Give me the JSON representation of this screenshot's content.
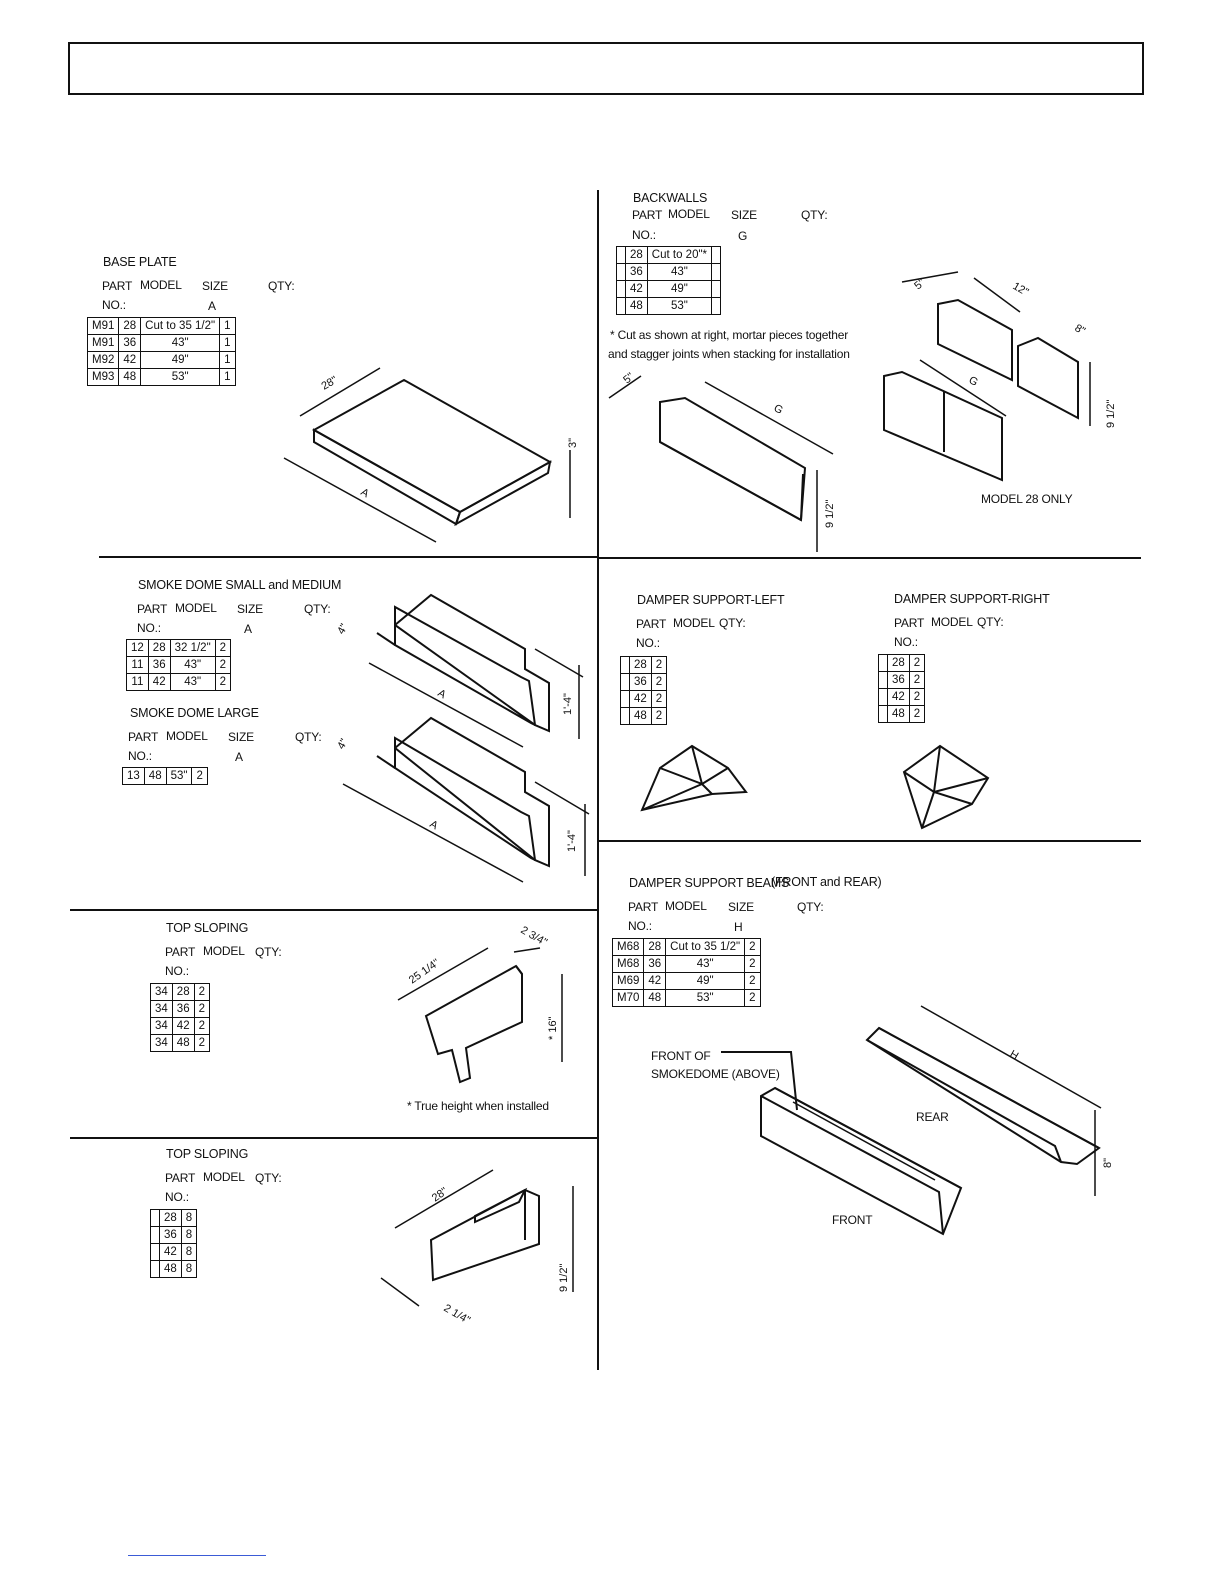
{
  "header_box": "",
  "base_plate": {
    "title": "BASE PLATE",
    "h_part": "PART",
    "h_no": "NO.:",
    "h_model": "MODEL",
    "h_size": "SIZE",
    "h_size_key": "A",
    "h_qty": "QTY:",
    "rows": [
      {
        "part": "M91",
        "model": "28",
        "size": "Cut to 35 1/2\"",
        "qty": "1"
      },
      {
        "part": "M91",
        "model": "36",
        "size": "43\"",
        "qty": "1"
      },
      {
        "part": "M92",
        "model": "42",
        "size": "49\"",
        "qty": "1"
      },
      {
        "part": "M93",
        "model": "48",
        "size": "53\"",
        "qty": "1"
      }
    ],
    "dims": {
      "width": "28\"",
      "length": "A",
      "height": "3\""
    }
  },
  "backwalls": {
    "title": "BACKWALLS",
    "h_part": "PART",
    "h_no": "NO.:",
    "h_model": "MODEL",
    "h_size": "SIZE",
    "h_size_key": "G",
    "h_qty": "QTY:",
    "rows": [
      {
        "part": "",
        "model": "28",
        "size": "Cut to 20\"*",
        "qty": ""
      },
      {
        "part": "",
        "model": "36",
        "size": "43\"",
        "qty": ""
      },
      {
        "part": "",
        "model": "42",
        "size": "49\"",
        "qty": ""
      },
      {
        "part": "",
        "model": "48",
        "size": "53\"",
        "qty": ""
      }
    ],
    "note_line1": "* Cut as shown at right, mortar pieces together",
    "note_line2": "and stagger joints when stacking for installation",
    "dims": {
      "thick": "5\"",
      "length": "G",
      "height": "9 1/2\"",
      "piece1": "12\"",
      "piece2": "8\""
    },
    "model_note": "MODEL 28 ONLY"
  },
  "smoke_dome_sm": {
    "title": "SMOKE DOME SMALL and MEDIUM",
    "h_part": "PART",
    "h_no": "NO.:",
    "h_model": "MODEL",
    "h_size": "SIZE",
    "h_size_key": "A",
    "h_qty": "QTY:",
    "rows": [
      {
        "part": "12",
        "model": "28",
        "size": "32 1/2\"",
        "qty": "2"
      },
      {
        "part": "11",
        "model": "36",
        "size": "43\"",
        "qty": "2"
      },
      {
        "part": "11",
        "model": "42",
        "size": "43\"",
        "qty": "2"
      }
    ],
    "dims": {
      "thick": "4\"",
      "length": "A",
      "height": "1'-4\""
    }
  },
  "smoke_dome_lg": {
    "title": "SMOKE DOME LARGE",
    "h_part": "PART",
    "h_no": "NO.:",
    "h_model": "MODEL",
    "h_size": "SIZE",
    "h_size_key": "A",
    "h_qty": "QTY:",
    "rows": [
      {
        "part": "13",
        "model": "48",
        "size": "53\"",
        "qty": "2"
      }
    ],
    "dims": {
      "thick": "4\"",
      "length": "A",
      "height": "1'-4\""
    }
  },
  "damper_left": {
    "title": "DAMPER SUPPORT-LEFT",
    "h_part": "PART",
    "h_no": "NO.:",
    "h_model": "MODEL",
    "h_qty": "QTY:",
    "rows": [
      {
        "part": "",
        "model": "28",
        "qty": "2"
      },
      {
        "part": "",
        "model": "36",
        "qty": "2"
      },
      {
        "part": "",
        "model": "42",
        "qty": "2"
      },
      {
        "part": "",
        "model": "48",
        "qty": "2"
      }
    ]
  },
  "damper_right": {
    "title": "DAMPER SUPPORT-RIGHT",
    "h_part": "PART",
    "h_no": "NO.:",
    "h_model": "MODEL",
    "h_qty": "QTY:",
    "rows": [
      {
        "part": "",
        "model": "28",
        "qty": "2"
      },
      {
        "part": "",
        "model": "36",
        "qty": "2"
      },
      {
        "part": "",
        "model": "42",
        "qty": "2"
      },
      {
        "part": "",
        "model": "48",
        "qty": "2"
      }
    ]
  },
  "top_sloping_1": {
    "title": "TOP SLOPING",
    "h_part": "PART",
    "h_no": "NO.:",
    "h_model": "MODEL",
    "h_qty": "QTY:",
    "rows": [
      {
        "part": "34",
        "model": "28",
        "qty": "2"
      },
      {
        "part": "34",
        "model": "36",
        "qty": "2"
      },
      {
        "part": "34",
        "model": "42",
        "qty": "2"
      },
      {
        "part": "34",
        "model": "48",
        "qty": "2"
      }
    ],
    "dims": {
      "length": "25 1/4\"",
      "thick": "2 3/4\"",
      "height": "* 16\""
    },
    "note": "* True height when installed"
  },
  "top_sloping_2": {
    "title": "TOP SLOPING",
    "h_part": "PART",
    "h_no": "NO.:",
    "h_model": "MODEL",
    "h_qty": "QTY:",
    "rows": [
      {
        "part": "",
        "model": "28",
        "qty": "8"
      },
      {
        "part": "",
        "model": "36",
        "qty": "8"
      },
      {
        "part": "",
        "model": "42",
        "qty": "8"
      },
      {
        "part": "",
        "model": "48",
        "qty": "8"
      }
    ],
    "dims": {
      "length": "28\"",
      "height": "9 1/2\"",
      "thick": "2 1/4\""
    }
  },
  "damper_beams": {
    "title": "DAMPER SUPPORT BEAMS",
    "subtitle": "(FRONT and REAR)",
    "h_part": "PART",
    "h_no": "NO.:",
    "h_model": "MODEL",
    "h_size": "SIZE",
    "h_size_key": "H",
    "h_qty": "QTY:",
    "rows": [
      {
        "part": "M68",
        "model": "28",
        "size": "Cut to 35 1/2\"",
        "qty": "2"
      },
      {
        "part": "M68",
        "model": "36",
        "size": "43\"",
        "qty": "2"
      },
      {
        "part": "M69",
        "model": "42",
        "size": "49\"",
        "qty": "2"
      },
      {
        "part": "M70",
        "model": "48",
        "size": "53\"",
        "qty": "2"
      }
    ],
    "callout_line1": "FRONT OF",
    "callout_line2": "SMOKEDOME (ABOVE)",
    "label_rear": "REAR",
    "label_front": "FRONT",
    "dims": {
      "length": "H",
      "height": "8\""
    }
  }
}
